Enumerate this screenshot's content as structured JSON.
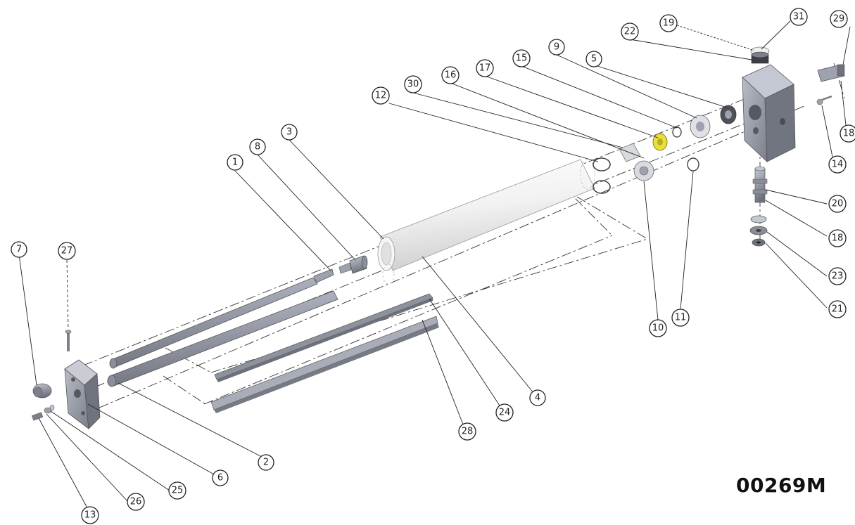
{
  "drawing_number": "00269M",
  "colors": {
    "highlight_part": "#e8df3a",
    "metal": "#9ea2ae",
    "tube": "#f2f2f2"
  },
  "callouts": {
    "c1": "1",
    "c2": "2",
    "c3": "3",
    "c4": "4",
    "c5": "5",
    "c6": "6",
    "c7": "7",
    "c8": "8",
    "c9": "9",
    "c10": "10",
    "c11": "11",
    "c12": "12",
    "c13": "13",
    "c14": "14",
    "c15": "15",
    "c16": "16",
    "c17": "17",
    "c18a": "18",
    "c18b": "18",
    "c19": "19",
    "c20": "20",
    "c21": "21",
    "c22": "22",
    "c23": "23",
    "c24": "24",
    "c25": "25",
    "c26": "26",
    "c27": "27",
    "c28": "28",
    "c29": "29",
    "c30": "30",
    "c31": "31"
  }
}
